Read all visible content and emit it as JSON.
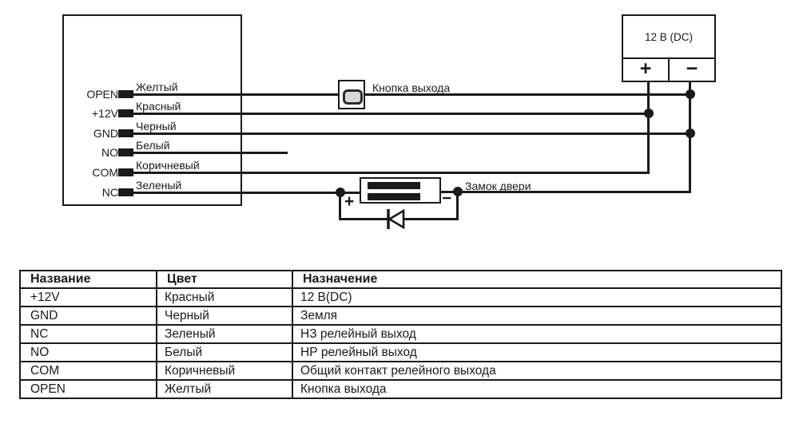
{
  "diagram": {
    "device": {
      "terminals": [
        {
          "name": "OPEN",
          "color": "Желтый"
        },
        {
          "name": "+12V",
          "color": "Красный"
        },
        {
          "name": "GND",
          "color": "Черный"
        },
        {
          "name": "NO",
          "color": "Белый"
        },
        {
          "name": "COM",
          "color": "Коричневый"
        },
        {
          "name": "NC",
          "color": "Зеленый"
        }
      ]
    },
    "exit_button": {
      "label": "Кнопка выхода"
    },
    "psu": {
      "label": "12 В (DC)",
      "plus_label": "+",
      "minus_label": "−"
    },
    "lock": {
      "label": "Замок двери",
      "plus_label": "+",
      "minus_label": "−"
    }
  },
  "table": {
    "headers": [
      "Название",
      "Цвет",
      "Назначение"
    ],
    "rows": [
      [
        "+12V",
        "Красный",
        "12 В(DC)"
      ],
      [
        "GND",
        "Черный",
        "Земля"
      ],
      [
        "NC",
        "Зеленый",
        "НЗ релейный выход"
      ],
      [
        "NO",
        "Белый",
        "НР релейный выход"
      ],
      [
        "COM",
        "Коричневый",
        "Общий контакт релейного выхода"
      ],
      [
        "OPEN",
        "Желтый",
        "Кнопка выхода"
      ]
    ]
  },
  "colors": {
    "ink": "#1a1a1a",
    "button_fill": "#d8d8d8"
  }
}
